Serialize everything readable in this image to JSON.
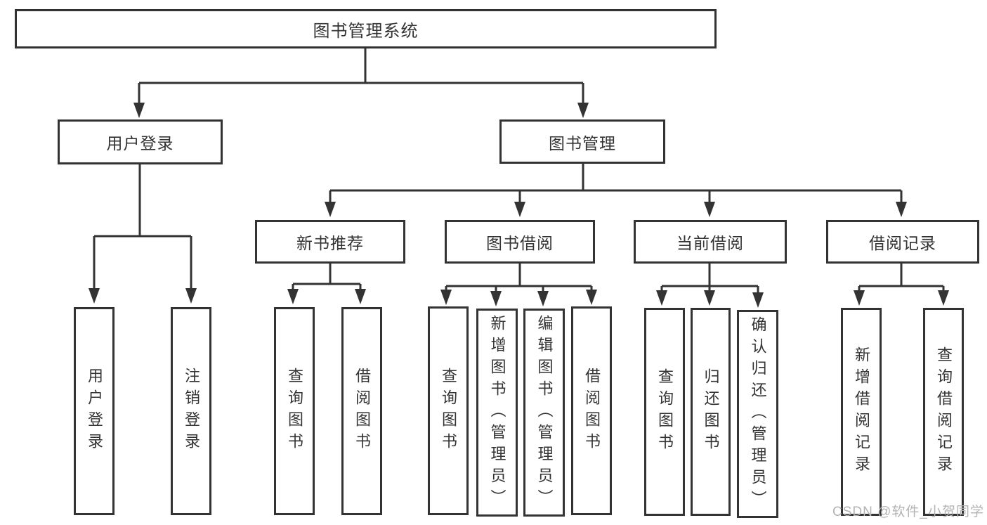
{
  "diagram": {
    "root": {
      "label": "图书管理系统"
    },
    "branches": [
      {
        "label": "用户登录",
        "children": [
          {
            "label": "用户登录"
          },
          {
            "label": "注销登录"
          }
        ]
      },
      {
        "label": "图书管理",
        "children": [
          {
            "label": "新书推荐",
            "children": [
              {
                "label": "查询图书"
              },
              {
                "label": "借阅图书"
              }
            ]
          },
          {
            "label": "图书借阅",
            "children": [
              {
                "label": "查询图书"
              },
              {
                "label": "新增图书（管理员）"
              },
              {
                "label": "编辑图书（管理员）"
              },
              {
                "label": "借阅图书"
              }
            ]
          },
          {
            "label": "当前借阅",
            "children": [
              {
                "label": "查询图书"
              },
              {
                "label": "归还图书"
              },
              {
                "label": "确认归还（管理员）"
              }
            ]
          },
          {
            "label": "借阅记录",
            "children": [
              {
                "label": "新增借阅记录"
              },
              {
                "label": "查询借阅记录"
              }
            ]
          }
        ]
      }
    ]
  },
  "watermark": {
    "text": "CSDN @软件_小贺同学"
  },
  "colors": {
    "line": "#333333",
    "border": "#333333",
    "text": "#333333",
    "watermark": "#b3b3b3",
    "background": "#ffffff"
  }
}
